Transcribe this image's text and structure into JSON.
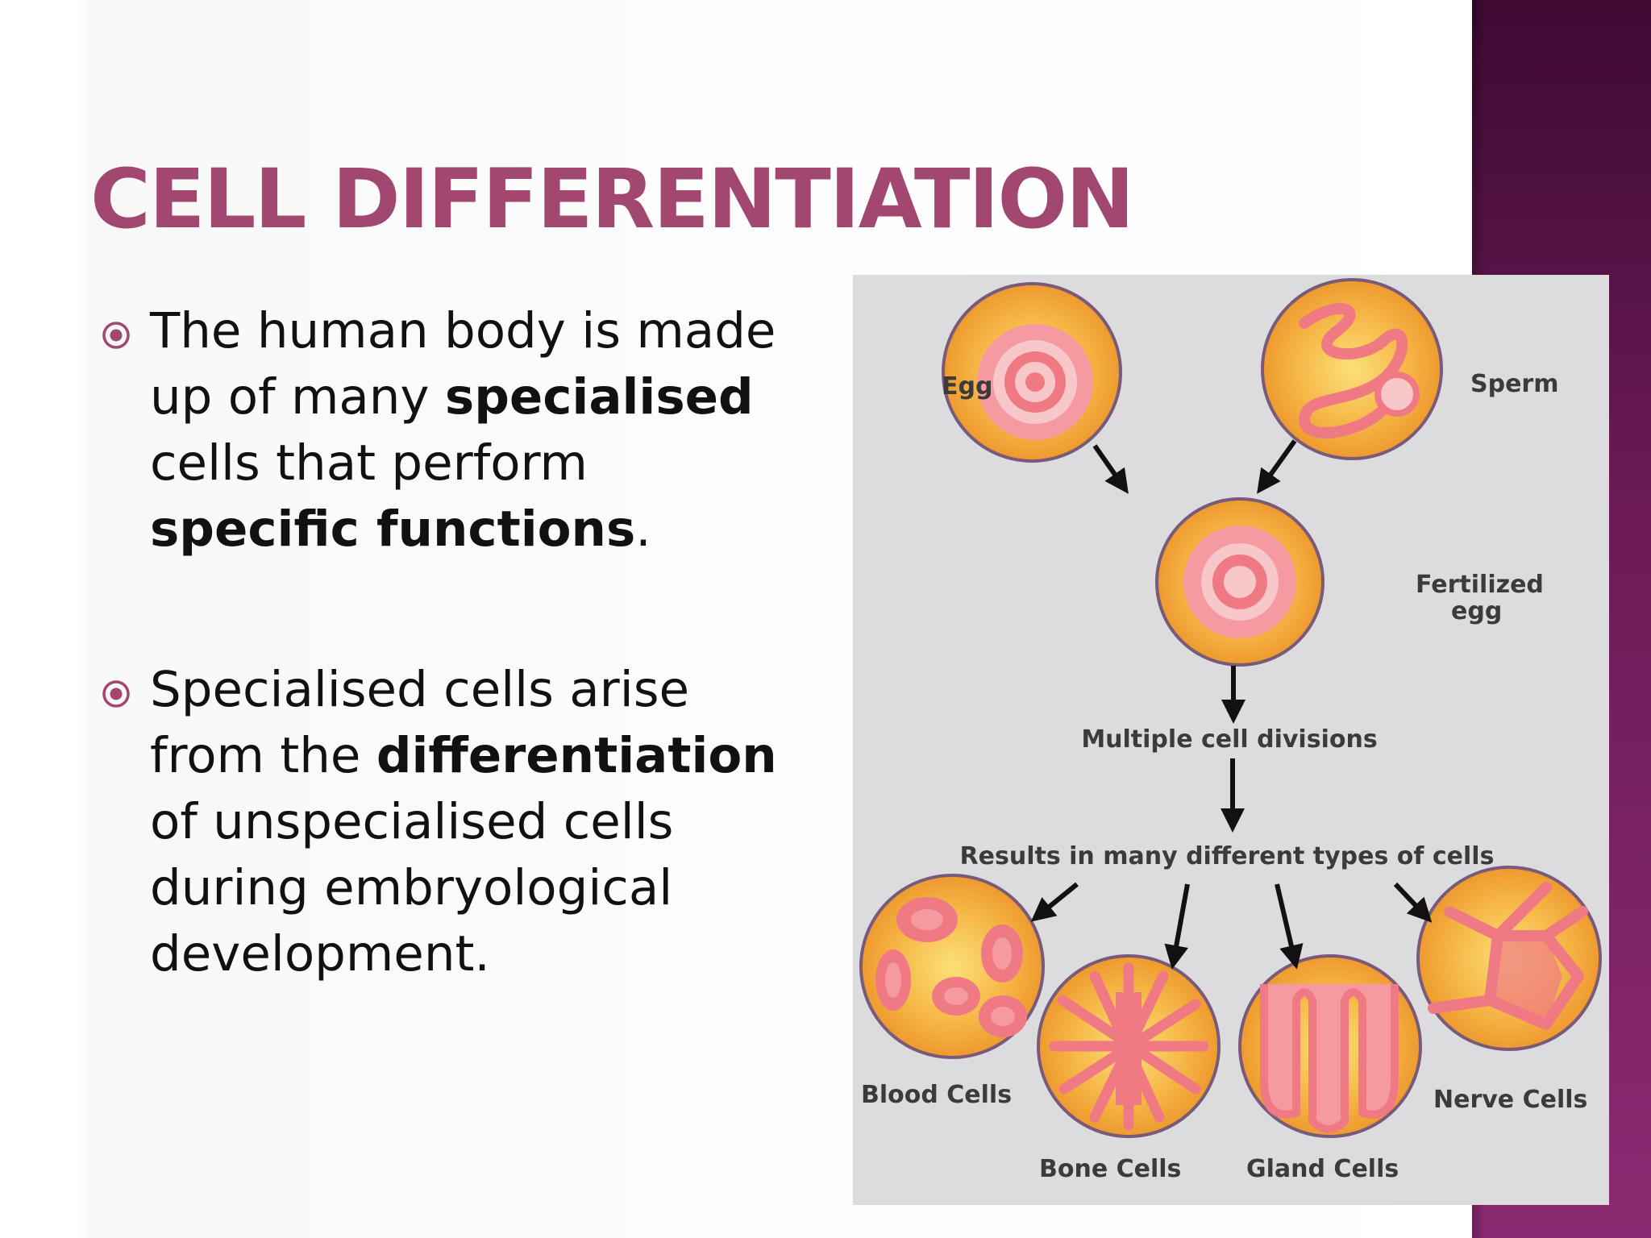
{
  "slide": {
    "title": "CELL DIFFERENTIATION",
    "bullets": [
      {
        "parts": [
          {
            "text": "The human body is made up of many ",
            "bold": false
          },
          {
            "text": "specialised",
            "bold": true
          },
          {
            "text": " cells that perform ",
            "bold": false
          },
          {
            "text": "specific functions",
            "bold": true
          },
          {
            "text": ".",
            "bold": false
          }
        ]
      },
      {
        "parts": [
          {
            "text": "Specialised cells arise from the ",
            "bold": false
          },
          {
            "text": "differentiation",
            "bold": true
          },
          {
            "text": " of unspecialised cells during embryological development.",
            "bold": false
          }
        ]
      }
    ]
  },
  "diagram": {
    "labels": {
      "egg": "Egg",
      "sperm": "Sperm",
      "fertilized_line1": "Fertilized",
      "fertilized_line2": "egg",
      "divisions": "Multiple cell divisions",
      "results": "Results in many different types of cells",
      "blood": "Blood Cells",
      "bone": "Bone Cells",
      "gland": "Gland Cells",
      "nerve": "Nerve Cells"
    }
  },
  "colors": {
    "title": "#a2476f",
    "accent_bar": "#6a1a56",
    "bullet_icon": "#a2476f",
    "cell_outer": "#f1a63a",
    "cell_inner": "#f0707a",
    "diagram_bg": "#dcdcde"
  }
}
